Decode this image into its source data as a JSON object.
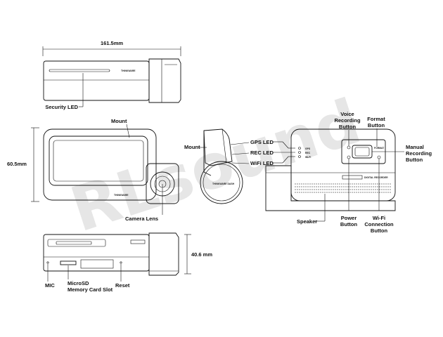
{
  "watermark": "RLsound",
  "dimensions": {
    "width": "161.5mm",
    "height": "60.5mm",
    "depth": "40.6 mm"
  },
  "brand": "THINKWARE",
  "body_marks": {
    "side_model": "THINKWARE DASH",
    "rear_panel": "DIGITAL RECORDER",
    "rear_buttons": "FORMAT",
    "led_gps": "GPS",
    "led_rec": "REC",
    "led_wifi": "Wi-Fi"
  },
  "labels": {
    "security_led": "Security LED",
    "mount_front": "Mount",
    "camera_lens": "Camera Lens",
    "mount_side": "Mount",
    "gps_led": "GPS LED",
    "rec_led": "REC LED",
    "wifi_led": "WiFi LED",
    "voice_recording_button": [
      "Voice",
      "Recording",
      "Button"
    ],
    "format_button": [
      "Format",
      "Button"
    ],
    "manual_recording_button": [
      "Manual",
      "Recording",
      "Button"
    ],
    "speaker": "Speaker",
    "power_button": [
      "Power",
      "Button"
    ],
    "wifi_connection_button": [
      "Wi-Fi",
      "Connection",
      "Button"
    ],
    "mic": "MIC",
    "microsd_slot": [
      "MicroSD",
      "Memory Card Slot"
    ],
    "reset": "Reset"
  },
  "colors": {
    "line": "#111111",
    "watermark": "#e6e6e6",
    "background": "#ffffff"
  }
}
